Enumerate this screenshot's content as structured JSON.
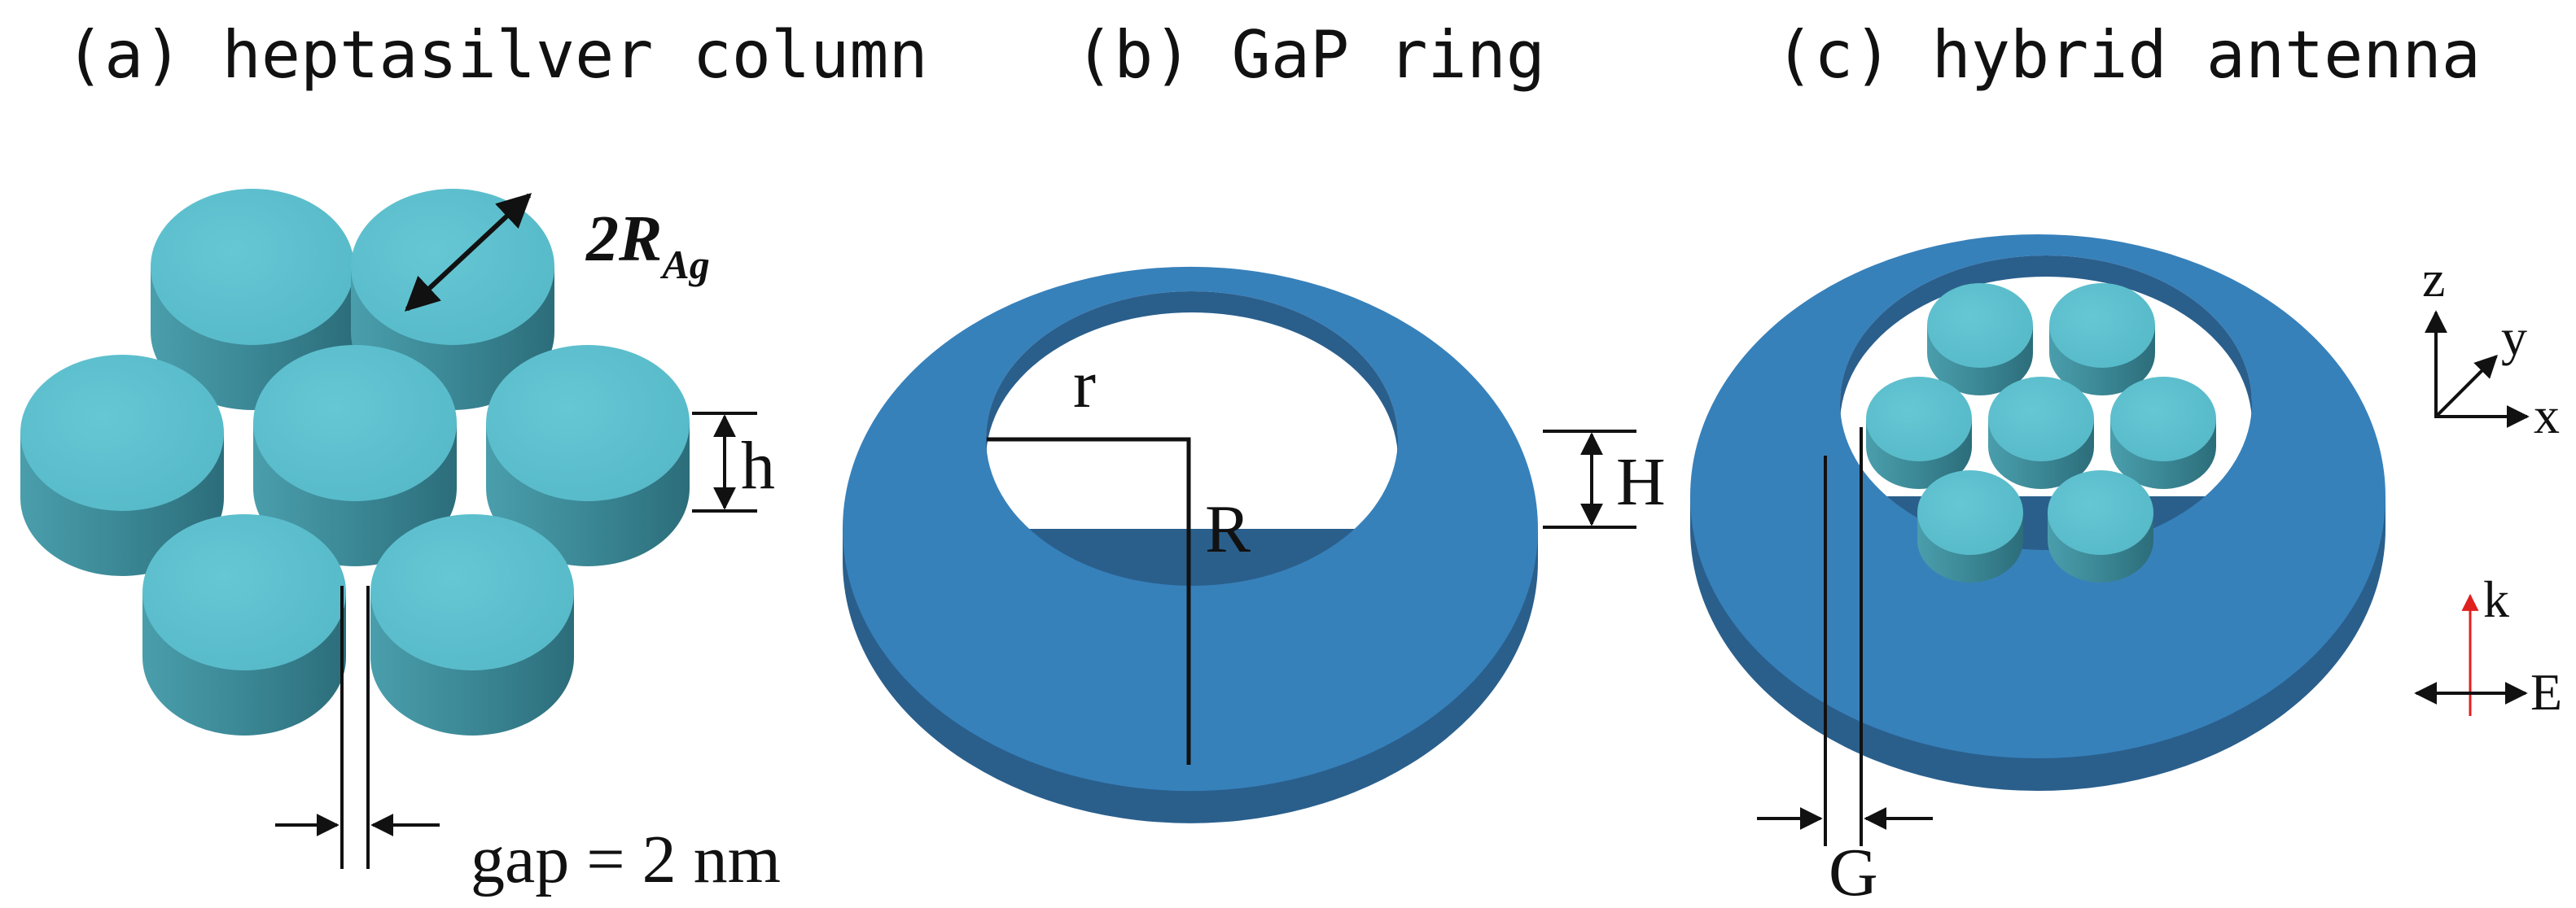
{
  "panels": {
    "a": {
      "title": "(a) heptasilver column",
      "diameter_label": "2R",
      "diameter_sub": "Ag",
      "height_label": "h",
      "gap_label": "gap = 2 nm"
    },
    "b": {
      "title": "(b) GaP ring",
      "inner_radius_label": "r",
      "outer_radius_label": "R",
      "height_label": "H"
    },
    "c": {
      "title": "(c) hybrid antenna",
      "gap_label": "G"
    }
  },
  "axes": {
    "z": "z",
    "y": "y",
    "x": "x",
    "k": "k",
    "E": "E"
  },
  "colors": {
    "disk_top": "#5bbfcd",
    "disk_side": "#3f8e9c",
    "ring": "#3781bb",
    "ring_side": "#2a5f8c",
    "k_arrow": "#e0201e"
  }
}
